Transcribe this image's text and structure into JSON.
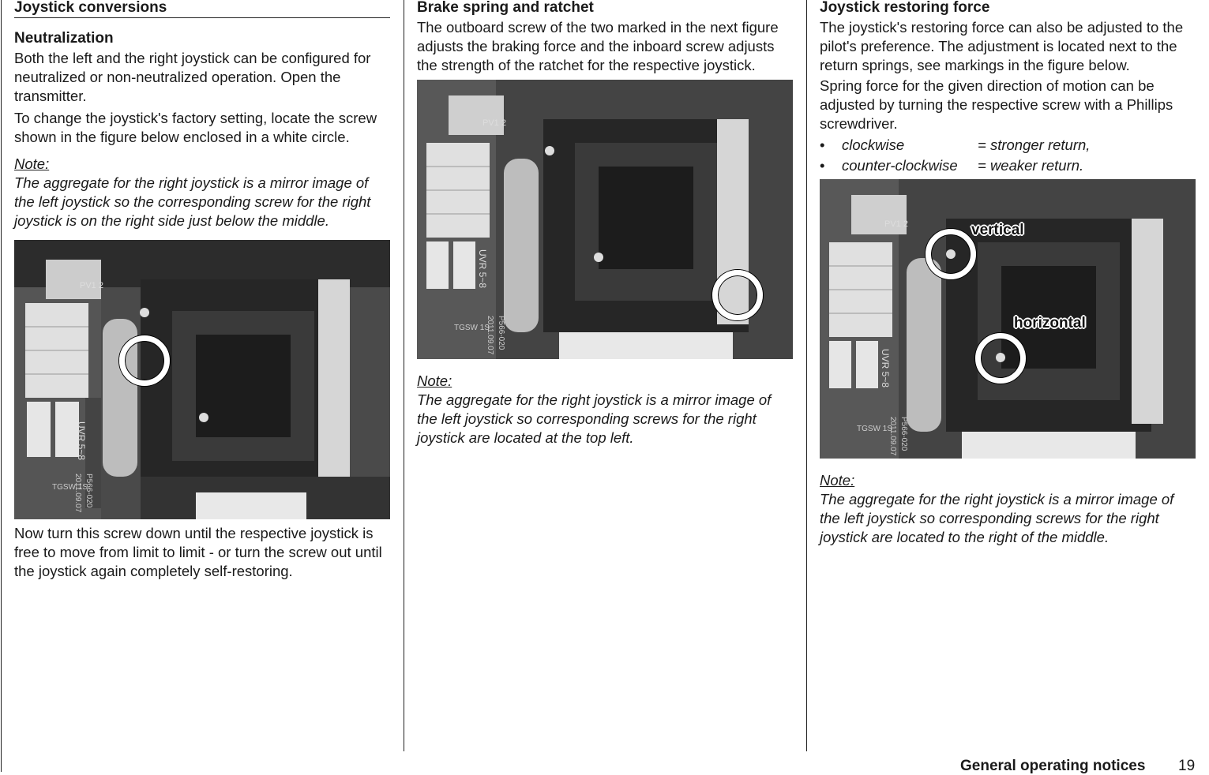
{
  "col1": {
    "title": "Joystick conversions",
    "subtitle": "Neutralization",
    "p1": "Both the left and the right joystick can be configured for neutralized or non-neutralized operation. Open the transmitter.",
    "p2": "To change the joystick's factory setting, locate the screw shown in the figure below enclosed in a white circle.",
    "note_label": "Note:",
    "note": "The aggregate for the right joystick is a mirror image of the left joystick so the corresponding screw for the right joystick is on the right side just below the middle.",
    "p3": "Now turn this screw down until the respective joystick is free to move from limit to limit - or turn the screw out until the joystick again completely self-restoring."
  },
  "col2": {
    "title": "Brake spring and ratchet",
    "p1": "The outboard screw of the two marked in the next figure adjusts the braking force and the inboard screw adjusts the strength of the ratchet for the respective joystick.",
    "note_label": "Note:",
    "note": "The aggregate for the right joystick is a mirror image of the left joystick so corresponding screws for the right joystick are located at the top left."
  },
  "col3": {
    "title": "Joystick restoring force",
    "p1": "The joystick's restoring force can also be adjusted to the pilot's preference. The adjustment is located next to the return springs, see markings in the figure below.",
    "p2": "Spring force for the given direction of motion can be adjusted by turning the respective screw with a Phillips screwdriver.",
    "bullets": [
      {
        "term": "clockwise",
        "desc": "= stronger return,"
      },
      {
        "term": "counter-clockwise",
        "desc": "= weaker return."
      }
    ],
    "fig_label_vertical": "vertical",
    "fig_label_horizontal": "horizontal",
    "note_label": "Note:",
    "note": "The aggregate for the right joystick is a mirror image of the left joystick so corresponding screws for the right joystick are located to the right of the middle."
  },
  "pcb_labels": {
    "label_a": "PV1 2",
    "label_b": "UVR 5~8",
    "label_c": "P566-020",
    "label_d": "2011.09.07",
    "label_e": "TGSW 1S"
  },
  "footer": {
    "title": "General operating notices",
    "page": "19"
  }
}
